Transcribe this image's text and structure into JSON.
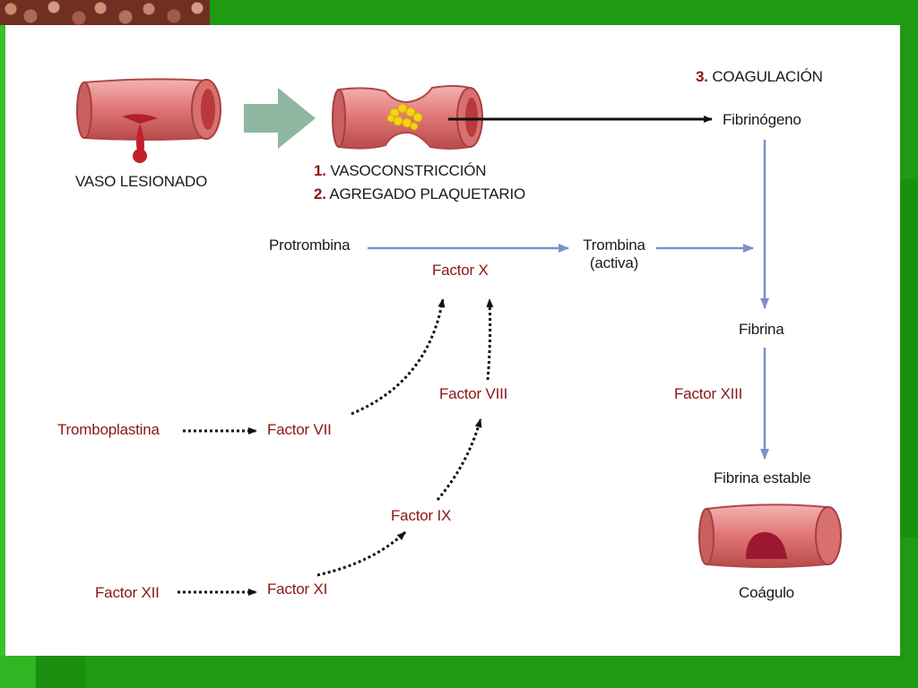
{
  "vessel_injured_label": "VASO LESIONADO",
  "step1": {
    "num": "1.",
    "text": "VASOCONSTRICCIÓN"
  },
  "step2": {
    "num": "2.",
    "text": "AGREGADO PLAQUETARIO"
  },
  "step3": {
    "num": "3.",
    "text": "COAGULACIÓN"
  },
  "nodes": {
    "fibrinogeno": "Fibrinógeno",
    "protrombina": "Protrombina",
    "factor_x": "Factor X",
    "trombina_line1": "Trombina",
    "trombina_line2": "(activa)",
    "fibrina": "Fibrina",
    "factor_xiii": "Factor XIII",
    "fibrina_estable": "Fibrina estable",
    "coagulo": "Coágulo",
    "tromboplastina": "Tromboplastina",
    "factor_vii": "Factor VII",
    "factor_viii": "Factor VIII",
    "factor_ix": "Factor IX",
    "factor_xii": "Factor XII",
    "factor_xi": "Factor XI"
  },
  "colors": {
    "background_green": "#1f9a12",
    "panel": "#ffffff",
    "vessel_pink": "#e58585",
    "vessel_dark": "#b84a4a",
    "blue_arrow": "#7f8fc8",
    "label_red": "#8b1616",
    "big_arrow": "#8fb6a0",
    "platelets": "#f4d21c"
  }
}
